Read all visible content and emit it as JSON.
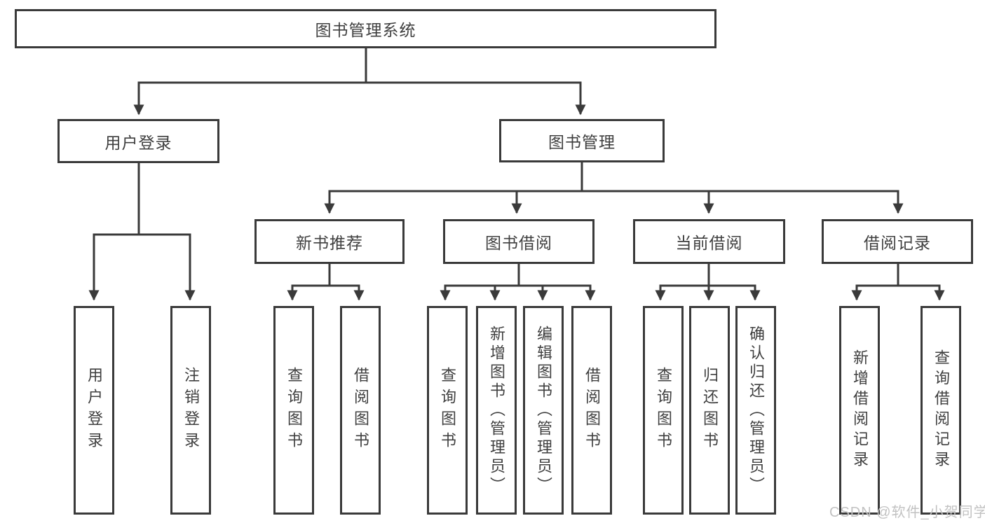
{
  "diagram": {
    "root": {
      "label": "图书管理系统"
    },
    "level2": [
      {
        "label": "用户登录"
      },
      {
        "label": "图书管理"
      }
    ],
    "level3": [
      {
        "label": "新书推荐"
      },
      {
        "label": "图书借阅"
      },
      {
        "label": "当前借阅"
      },
      {
        "label": "借阅记录"
      }
    ],
    "leaves": [
      {
        "label": "用户登录"
      },
      {
        "label": "注销登录"
      },
      {
        "label": "查询图书"
      },
      {
        "label": "借阅图书"
      },
      {
        "label": "查询图书"
      },
      {
        "label": "新增图书（管理员）"
      },
      {
        "label": "编辑图书（管理员）"
      },
      {
        "label": "借阅图书"
      },
      {
        "label": "查询图书"
      },
      {
        "label": "归还图书"
      },
      {
        "label": "确认归还（管理员）"
      },
      {
        "label": "新增借阅记录"
      },
      {
        "label": "查询借阅记录"
      }
    ],
    "watermark": "CSDN @软件_小贺同学",
    "colors": {
      "line": "#3a3a3a",
      "text": "#3f3f3f",
      "watermark": "#c2c2c2",
      "background": "#ffffff"
    }
  }
}
